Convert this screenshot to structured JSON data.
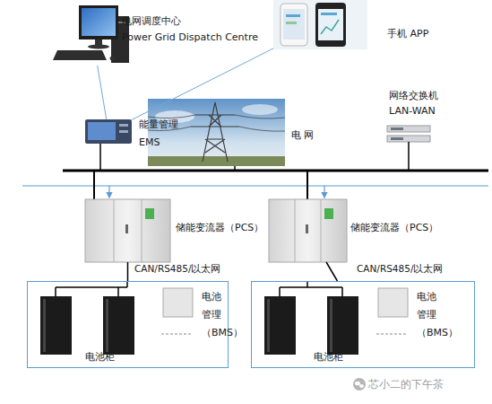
{
  "diagram": {
    "nodes": [
      {
        "text": [
          "电网调度中心",
          "Power Grid Dispatch Centre"
        ]
      },
      {
        "text": [
          "手机 APP"
        ]
      },
      {
        "text": [
          "能量管理 EMS"
        ]
      },
      {
        "text": [
          "电 网"
        ]
      },
      {
        "text": [
          "网络交换机 LAN-WAN"
        ]
      },
      {
        "text": [
          "储能变流器（PCS）"
        ]
      },
      {
        "text": [
          "储能变流器（PCS）"
        ]
      },
      {
        "text": [
          "电池柜"
        ]
      },
      {
        "text": [
          "电池 管理 （BMS）"
        ],
        "in": 7
      },
      {
        "text": [
          "电池柜"
        ]
      },
      {
        "text": [
          "电池 管理 （BMS）"
        ],
        "in": 9
      }
    ],
    "edges": [
      {
        "from": 0,
        "to": 2,
        "arrow": "none"
      },
      {
        "from": 1,
        "to": 2,
        "arrow": "none"
      },
      {
        "from": 5,
        "to": 7,
        "label": "CAN/RS485/以太网",
        "arrow": "none"
      },
      {
        "from": 6,
        "to": 9,
        "label": "CAN/RS485/以太网",
        "arrow": "none"
      }
    ],
    "labels": [
      "芯小二的下午茶"
    ]
  }
}
